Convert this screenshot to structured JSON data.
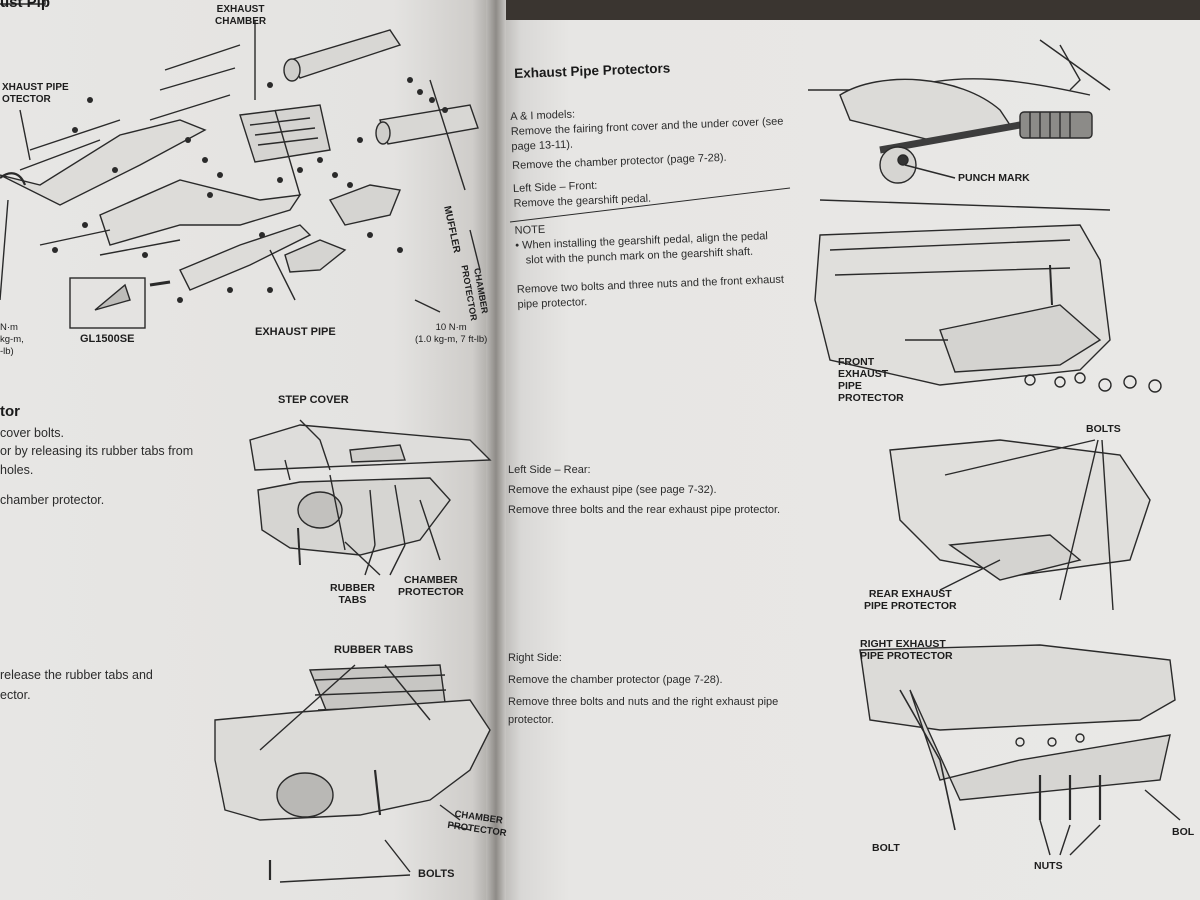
{
  "left_page": {
    "header_fragment": "ust Pip",
    "diagram_labels": {
      "exhaust_chamber": [
        "EXHAUST",
        "CHAMBER"
      ],
      "pipe_protector": [
        "XHAUST PIPE",
        "OTECTOR"
      ],
      "muffler": "MUFFLER",
      "chamber_protector_rotated": [
        "CHAMBER",
        "PROTECTOR"
      ],
      "exhaust_pipe": "EXHAUST PIPE",
      "torque_right": [
        "10 N·m",
        "(1.0 kg-m, 7 ft-lb)"
      ],
      "torque_left": [
        "N·m",
        "kg-m,",
        "-lb)"
      ],
      "model": "GL1500SE"
    },
    "section_heading": "tor",
    "instructions": [
      "cover bolts.",
      "or by releasing its rubber tabs from",
      "holes.",
      "chamber protector."
    ],
    "instructions_2": [
      "release  the  rubber  tabs  and",
      "ector."
    ],
    "fig_step_cover": {
      "title": "STEP COVER",
      "rubber_tabs": [
        "RUBBER",
        "TABS"
      ],
      "chamber_protector": [
        "CHAMBER",
        "PROTECTOR"
      ]
    },
    "fig_rubber_tabs": {
      "title": "RUBBER TABS",
      "chamber_protector": [
        "CHAMBER",
        "PROTECTOR"
      ],
      "bolts": "BOLTS"
    }
  },
  "right_page": {
    "heading": "Exhaust Pipe Protectors",
    "ai_models": "A & I models:",
    "steps_front": [
      "Remove the fairing front cover and the under cover (see",
      "page 13-11).",
      "Remove the chamber protector (page 7-28).",
      "Left Side – Front:",
      "Remove the gearshift pedal."
    ],
    "note_title": "NOTE",
    "note_text": [
      "• When installing the gearshift pedal, align the pedal",
      "slot with the punch mark on the gearshift shaft."
    ],
    "remove_front": [
      "Remove two bolts and three nuts and the front exhaust",
      "pipe protector."
    ],
    "left_rear": "Left Side – Rear:",
    "steps_rear": [
      "Remove the exhaust pipe (see page 7-32).",
      "Remove three bolts and the rear exhaust pipe protector."
    ],
    "right_side": "Right Side:",
    "steps_right": [
      "Remove the chamber protector (page 7-28).",
      "Remove three bolts and nuts and the right exhaust pipe",
      "protector."
    ],
    "fig_labels": {
      "punch_mark": "PUNCH MARK",
      "front_protector": [
        "FRONT",
        "EXHAUST",
        "PIPE",
        "PROTECTOR"
      ],
      "bolts": "BOLTS",
      "rear_protector": [
        "REAR EXHAUST",
        "PIPE PROTECTOR"
      ],
      "right_protector": [
        "RIGHT EXHAUST",
        "PIPE PROTECTOR"
      ],
      "bolt_left": "BOLT",
      "nuts": "NUTS",
      "bolt_right": "BOL"
    }
  }
}
